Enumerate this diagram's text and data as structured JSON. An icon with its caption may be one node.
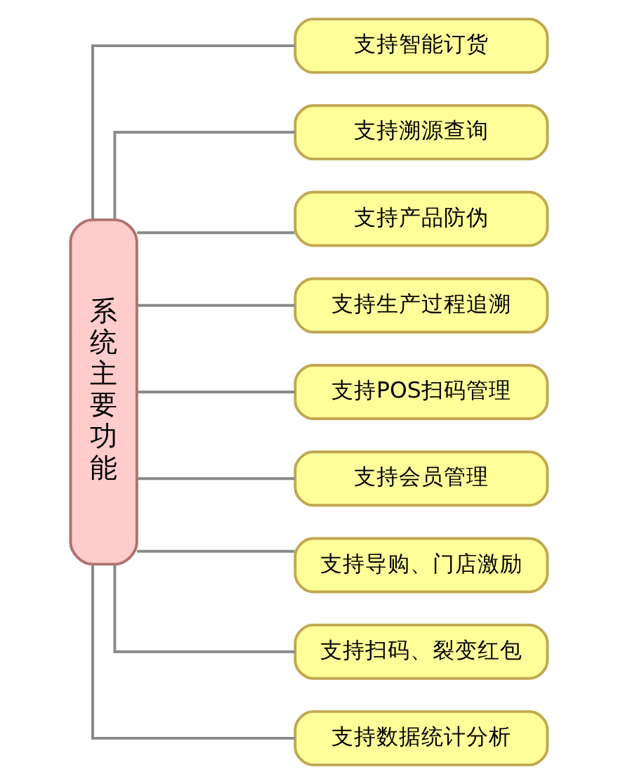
{
  "diagram": {
    "nodes": [
      {
        "text": [
          "系统主要功能"
        ]
      },
      {
        "text": [
          "支持智能订货"
        ]
      },
      {
        "text": [
          "支持溯源查询"
        ]
      },
      {
        "text": [
          "支持产品防伪"
        ]
      },
      {
        "text": [
          "支持生产过程追溯"
        ]
      },
      {
        "text": [
          "支持POS扫码管理"
        ]
      },
      {
        "text": [
          "支持会员管理"
        ]
      },
      {
        "text": [
          "支持导购、门店激励"
        ]
      },
      {
        "text": [
          "支持扫码、裂变红包"
        ]
      },
      {
        "text": [
          "支持数据统计分析"
        ]
      }
    ],
    "edges": [
      {
        "from": 0,
        "to": 1,
        "arrow": "none"
      },
      {
        "from": 0,
        "to": 2,
        "arrow": "none"
      },
      {
        "from": 0,
        "to": 3,
        "arrow": "none"
      },
      {
        "from": 0,
        "to": 4,
        "arrow": "none"
      },
      {
        "from": 0,
        "to": 5,
        "arrow": "none"
      },
      {
        "from": 0,
        "to": 6,
        "arrow": "none"
      },
      {
        "from": 0,
        "to": 7,
        "arrow": "none"
      },
      {
        "from": 0,
        "to": 8,
        "arrow": "none"
      },
      {
        "from": 0,
        "to": 9,
        "arrow": "none"
      }
    ]
  }
}
